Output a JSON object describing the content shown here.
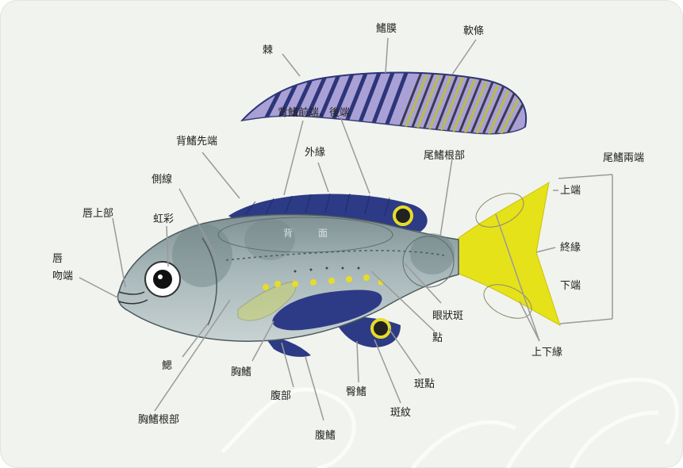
{
  "diagram": {
    "fin_detail_labels": {
      "spine": "棘",
      "fin_membrane": "鰭膜",
      "soft_ray": "軟條",
      "dorsal_front_back": "背鰭前端、後端"
    },
    "labels": {
      "outer_edge": "外緣",
      "dorsal_tip": "背鰭先端",
      "caudal_base": "尾鰭根部",
      "caudal_ends": "尾鰭兩端",
      "upper_end": "上端",
      "lateral_line": "側線",
      "lip_upper": "唇上部",
      "iris": "虹彩",
      "lip": "唇",
      "snout_tip": "吻端",
      "back_surface": "背　面",
      "terminal_edge": "終緣",
      "lower_end": "下端",
      "eyespot": "眼狀斑",
      "dot": "點",
      "upper_lower_edge": "上下緣",
      "gill": "鰓",
      "pectoral_fin": "胸鰭",
      "belly": "腹部",
      "anal_fin": "臀鰭",
      "spot": "斑點",
      "stripe": "斑紋",
      "pectoral_base": "胸鰭根部",
      "pelvic_fin": "腹鰭"
    }
  },
  "colors": {
    "panel": "#f1f3ee",
    "body": "#9eb0b2",
    "fin_navy": "#2d3a86",
    "tail_yellow": "#e6e21a",
    "fin_lavender": "#a9a1d6",
    "soft_ray_stripe": "#b9bc4a",
    "leader_line": "#9a9a9a"
  }
}
